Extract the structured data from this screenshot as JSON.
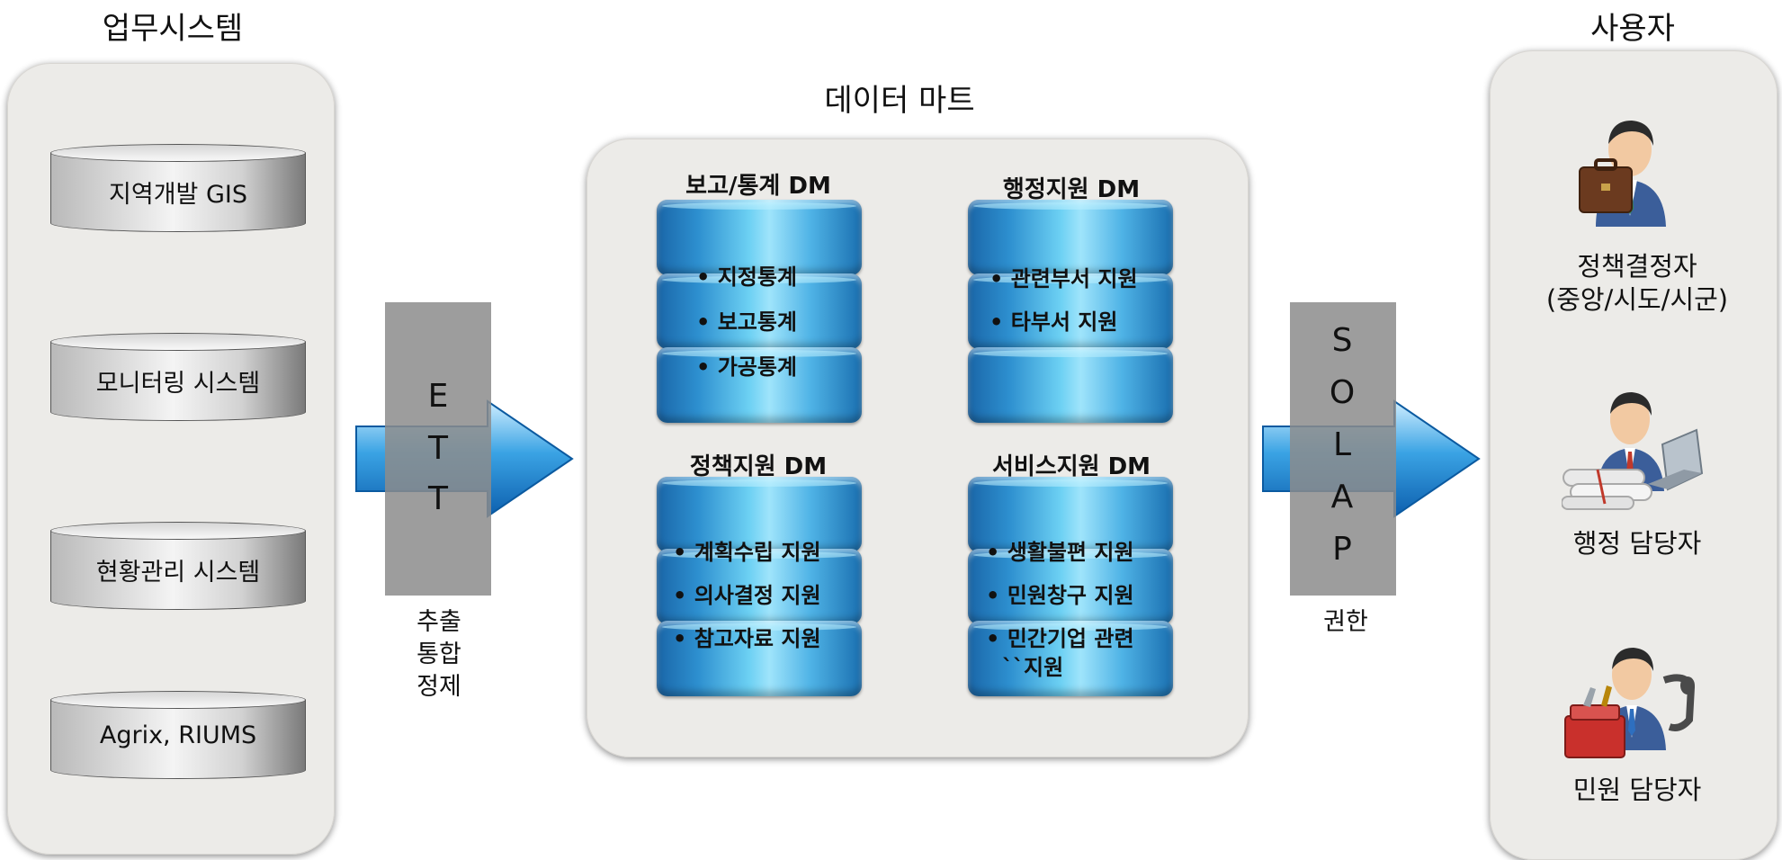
{
  "headings": {
    "left": "업무시스템",
    "center": "데이터 마트",
    "right": "사용자"
  },
  "systems": [
    "지역개발 GIS",
    "모니터링 시스템",
    "현황관리 시스템",
    "Agrix, RIUMS"
  ],
  "ett": {
    "letters": [
      "E",
      "T",
      "T"
    ],
    "caption": [
      "추출",
      "통합",
      "정제"
    ]
  },
  "solap": {
    "letters": [
      "S",
      "O",
      "L",
      "A",
      "P"
    ],
    "caption": "권한"
  },
  "datamarts": [
    {
      "title": "보고/통계 DM",
      "items": [
        "• 지정통계",
        "• 보고통계",
        "• 가공통계"
      ]
    },
    {
      "title": "행정지원 DM",
      "items": [
        "• 관련부서 지원",
        "• 타부서 지원"
      ]
    },
    {
      "title": "정책지원 DM",
      "items": [
        "• 계획수립 지원",
        "• 의사결정 지원",
        "• 참고자료 지원"
      ]
    },
    {
      "title": "서비스지원 DM",
      "items": [
        "• 생활불편 지원",
        "• 민원창구 지원",
        "• 민간기업 관련",
        "``지원"
      ]
    }
  ],
  "users": [
    {
      "label_lines": [
        "정책결정자",
        "(중앙/시도/시군)"
      ],
      "icon": "businessman-briefcase-icon"
    },
    {
      "label_lines": [
        "행정 담당자"
      ],
      "icon": "businessman-laptop-icon"
    },
    {
      "label_lines": [
        "민원 담당자"
      ],
      "icon": "businessman-toolbox-phone-icon"
    }
  ],
  "colors": {
    "panel": "#ecebe8",
    "disk_blue": "#2d8fcf",
    "arrow_blue": "#1f7fce",
    "column_grey": "#8c8c8c"
  }
}
